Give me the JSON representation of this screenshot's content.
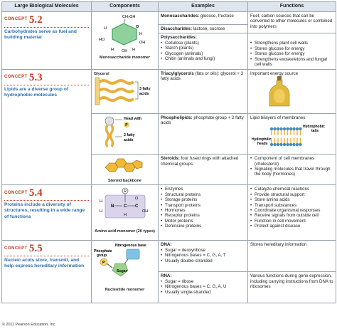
{
  "headers": {
    "molecules": "Large Biological Molecules",
    "components": "Components",
    "examples": "Examples",
    "functions": "Functions"
  },
  "concepts": [
    {
      "tag": "CONCEPT",
      "num": "5.2",
      "text": "Carbohydrates serve as fuel and building material"
    },
    {
      "tag": "CONCEPT",
      "num": "5.3",
      "text": "Lipids are a diverse group of hydrophobic molecules"
    },
    {
      "tag": "CONCEPT",
      "num": "5.4",
      "text": "Proteins include a diversity of structures, resulting in a wide range of functions"
    },
    {
      "tag": "CONCEPT",
      "num": "5.5",
      "text": "Nucleic acids store, transmit, and help express hereditary information"
    }
  ],
  "carb": {
    "comp_caption": "Monosaccharide monomer",
    "ring_labels": {
      "ch2oh": "CH₂OH",
      "h": "H",
      "ho": "HO",
      "oh": "OH",
      "o": "O"
    },
    "mono_title": "Monosaccharides:",
    "mono_text": " glucose, fructose",
    "mono_fn": "Fuel; carbon sources that can be converted to other molecules or combined into polymers",
    "di_title": "Disaccharides:",
    "di_text": " lactose, sucrose",
    "poly_title": "Polysaccharides:",
    "poly_items": [
      "Cellulose (plants)",
      "Starch (plants)",
      "Glycogen (animals)",
      "Chitin (animals and fungi)"
    ],
    "poly_fns": [
      "Strengthens plant cell walls",
      "Stores glucose for energy",
      "Stores glucose for energy",
      "Strengthens exoskeletons and fungal cell walls"
    ]
  },
  "lipid": {
    "glycerol": "Glycerol",
    "fatty3": "3 fatty acids",
    "tri_title": "Triacylglycerols",
    "tri_text": " (fats or oils): glycerol + 3 fatty acids",
    "tri_fn": "Important energy source",
    "head": "Head with",
    "p": "P",
    "fatty2": "2 fatty acids",
    "phos_title": "Phospholipids:",
    "phos_text": " phosphate group + 2 fatty acids",
    "phos_fn": "Lipid bilayers of membranes",
    "hydrophobic": "Hydrophobic tails",
    "hydrophilic": "Hydrophilic heads",
    "steroid_caption": "Steroid backbone",
    "ster_title": "Steroids:",
    "ster_text": " four fused rings with attached chemical groups",
    "ster_fns": [
      "Component of cell membranes (cholesterol)",
      "Signaling molecules that travel through the body (hormones)"
    ]
  },
  "protein": {
    "caption": "Amino acid monomer (20 types)",
    "labels": {
      "r": "R",
      "h": "H",
      "n": "N",
      "c": "C",
      "o": "O",
      "oh": "OH"
    },
    "items": [
      "Enzymes",
      "Structural proteins",
      "Storage proteins",
      "Transport proteins",
      "Hormones",
      "Receptor proteins",
      "Motor proteins",
      "Defensive proteins"
    ],
    "fns": [
      "Catalyze chemical reactions",
      "Provide structural support",
      "Store amino acids",
      "Transport substances",
      "Coordinate organismal responses",
      "Receive signals from outside cell",
      "Function in cell movement",
      "Protect against disease"
    ]
  },
  "nucleic": {
    "nbase": "Nitrogenous base",
    "phosphate": "Phosphate group",
    "sugar": "Sugar",
    "p": "P",
    "caption": "Nucleotide monomer",
    "dna_title": "DNA:",
    "dna_items": [
      "Sugar = deoxyribose",
      "Nitrogenous bases = C, G, A, T",
      "Usually double-stranded"
    ],
    "dna_fn": "Stores hereditary information",
    "rna_title": "RNA:",
    "rna_items": [
      "Sugar = ribose",
      "Nitrogenous bases = C, G, A, U",
      "Usually single-stranded"
    ],
    "rna_fn": "Various functions during gene expression, including carrying instructions from DNA to ribosomes"
  },
  "copyright": "© 2011 Pearson Education, Inc.",
  "colors": {
    "concept_red": "#c23b22",
    "concept_blue": "#2a6db0",
    "header_bg": "#dfe5ec",
    "ring_green": "#3f9f5a",
    "lipid_gold": "#e8b03a"
  }
}
